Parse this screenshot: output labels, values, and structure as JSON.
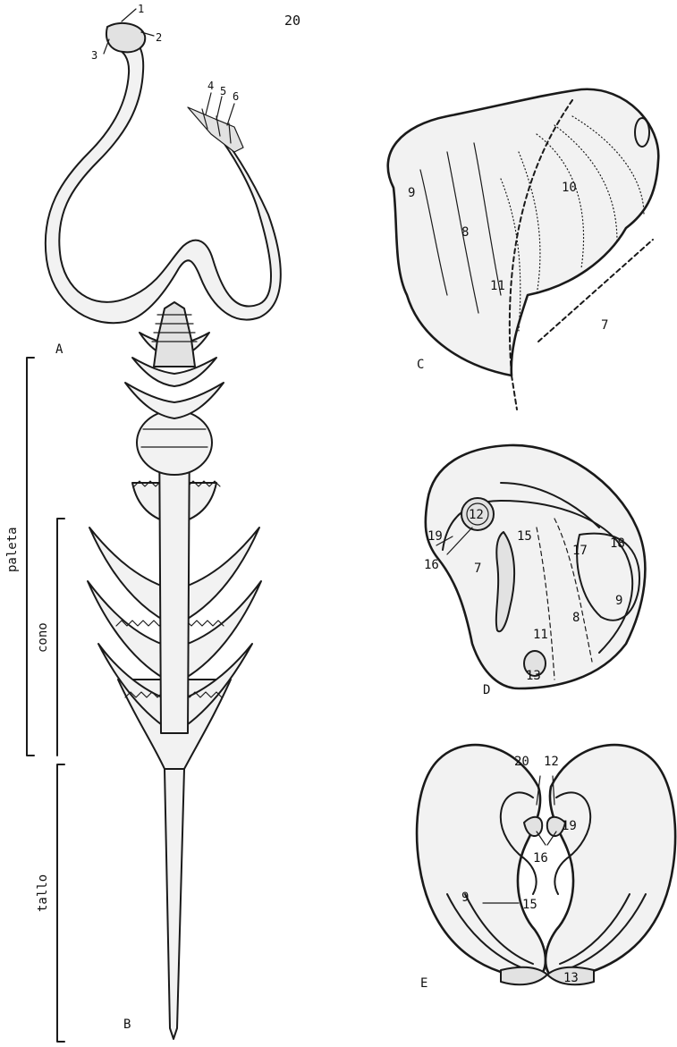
{
  "page_number": "20",
  "figures": {
    "A": {
      "letter": "A",
      "callouts": [
        "1",
        "2",
        "3",
        "4",
        "5",
        "6"
      ]
    },
    "B": {
      "letter": "B",
      "regions": {
        "paleta": "paleta",
        "cono": "cono",
        "tallo": "tallo"
      }
    },
    "C": {
      "letter": "C",
      "callouts": [
        "7",
        "8",
        "9",
        "10",
        "11"
      ]
    },
    "D": {
      "letter": "D",
      "callouts": [
        "7",
        "8",
        "9",
        "11",
        "12",
        "13",
        "15",
        "16",
        "17",
        "18",
        "19"
      ]
    },
    "E": {
      "letter": "E",
      "callouts": [
        "9",
        "12",
        "13",
        "15",
        "16",
        "19",
        "20"
      ]
    }
  }
}
